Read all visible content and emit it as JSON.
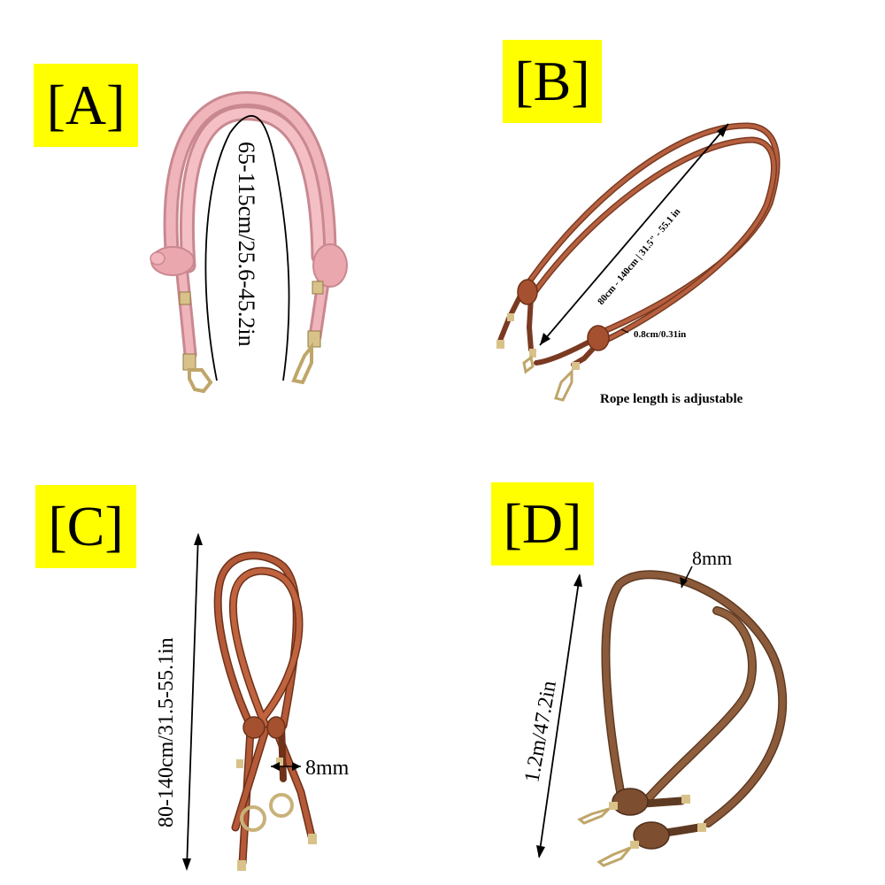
{
  "panels": {
    "a": {
      "label": "[A]",
      "strap_color": "#e8a4ab",
      "dimension": "65-115cm/25.6-45.2in"
    },
    "b": {
      "label": "[B]",
      "strap_color": "#a8553b",
      "dimension": "80cm - 140cm | 31.5\" - 55.1 in",
      "width_note": "0.8cm/0.31in",
      "caption": "Rope length is adjustable"
    },
    "c": {
      "label": "[C]",
      "strap_color": "#b0573a",
      "dimension": "80-140cm/31.5-55.1in",
      "width_note": "8mm"
    },
    "d": {
      "label": "[D]",
      "strap_color": "#8a5a3a",
      "dimension": "1.2m/47.2in",
      "width_note": "8mm"
    }
  },
  "colors": {
    "label_bg": "#ffff00",
    "hardware": "#d9c28a"
  }
}
